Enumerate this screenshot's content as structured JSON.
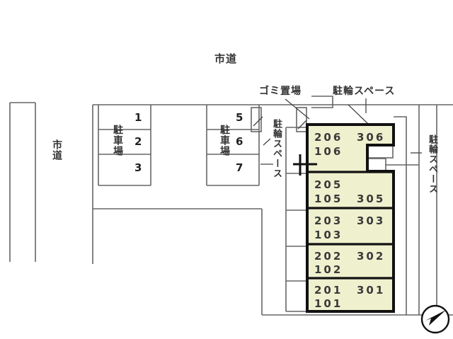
{
  "diagram": {
    "title_label": "",
    "colors": {
      "building_fill": "#eff0ce",
      "building_stroke": "#111111",
      "line_gray": "#666666",
      "line_light": "#999999",
      "text": "#333333"
    }
  },
  "road_labels": {
    "top": "市道",
    "left": "市道"
  },
  "annotations": {
    "trash": "ゴミ置場",
    "bike_top": "駐輪スペース",
    "bike_middle": "駐輪スペース",
    "bike_right": "駐輪スペース"
  },
  "parking_lots": [
    {
      "name": "駐車場",
      "label": "駐車場",
      "spaces": [
        "1",
        "2",
        "3"
      ]
    },
    {
      "name": "駐車場",
      "label": "駐車場",
      "spaces": [
        "5",
        "6",
        "7"
      ]
    }
  ],
  "building": {
    "rows": [
      {
        "left": "206",
        "right": "306",
        "lower": "106"
      },
      {
        "left": "205",
        "right": "305",
        "lower": "105"
      },
      {
        "left": "203",
        "right": "303",
        "lower": "103"
      },
      {
        "left": "202",
        "right": "302",
        "lower": "102"
      },
      {
        "left": "201",
        "right": "301",
        "lower": "101"
      }
    ]
  },
  "compass": {
    "name": "north-arrow",
    "label": ""
  }
}
